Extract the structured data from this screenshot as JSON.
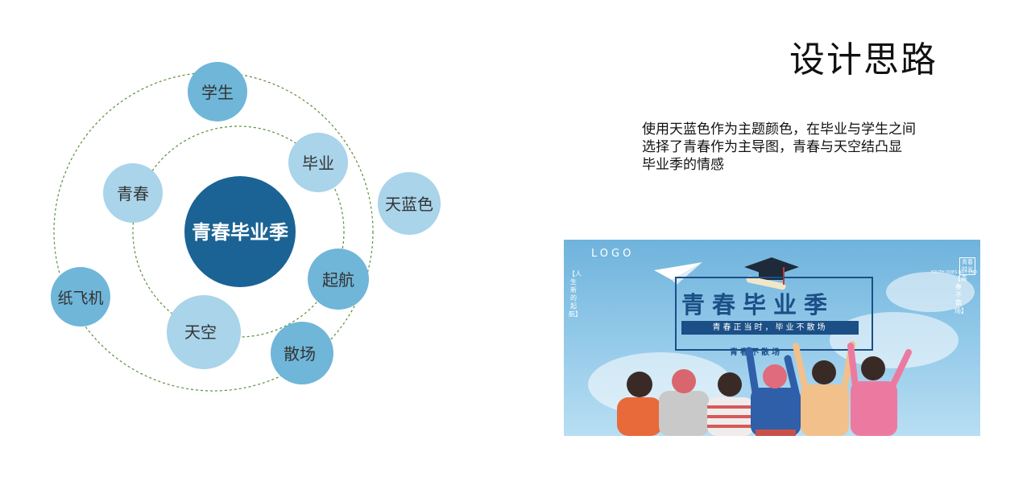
{
  "page": {
    "title": "设计思路",
    "description_lines": [
      "使用天蓝色作为主题颜色，在毕业与学生之间",
      "选择了青春作为主导图，青春与天空结凸显",
      "毕业季的情感"
    ]
  },
  "diagram": {
    "center": "青春毕业季",
    "nodes": {
      "student": "学生",
      "youth": "青春",
      "graduation": "毕业",
      "sky_blue": "天蓝色",
      "sail": "起航",
      "sky": "天空",
      "disperse": "散场",
      "paper_plane": "纸飞机"
    },
    "colors": {
      "center": "#1b6394",
      "node_dark": "#6fb6d9",
      "node_light": "#a9d4ea",
      "orbit": "#5a8f3a",
      "label": "#333333"
    }
  },
  "poster": {
    "logo": "LOGO",
    "title": "青春毕业季",
    "subtitle": "青春正当时，毕业不散场",
    "tagline": "青春不散场",
    "left_vertical": "【人生新的起航】",
    "right_box": "青春时光",
    "right_eng": "YOUTH DOES NOT END",
    "right_vertical": "【青春不散场】"
  }
}
